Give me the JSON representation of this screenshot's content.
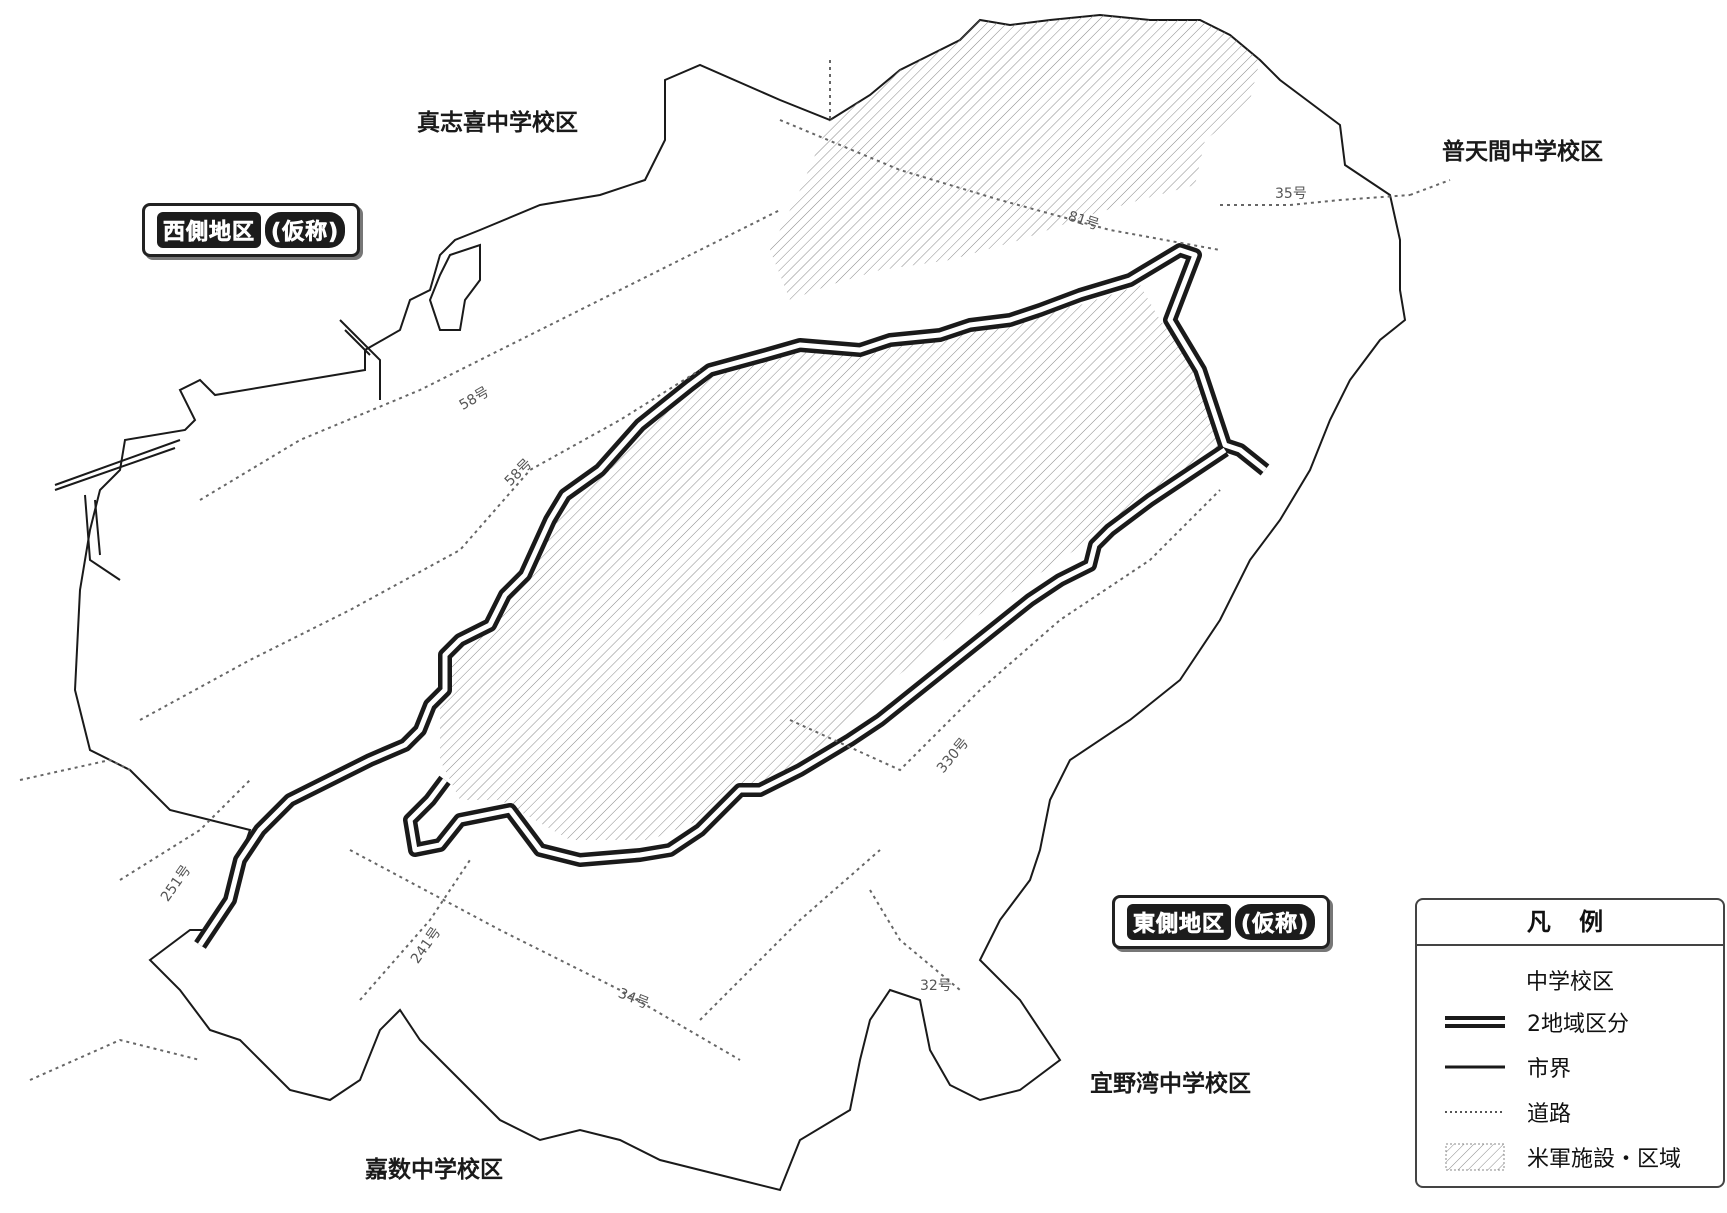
{
  "districts": {
    "west": {
      "name": "西側地区",
      "suffix": "(仮称)"
    },
    "east": {
      "name": "東側地区",
      "suffix": "(仮称)"
    }
  },
  "school_zones": {
    "mashiki": "真志喜中学校区",
    "futenma": "普天間中学校区",
    "ginowan": "宜野湾中学校区",
    "kakazu": "嘉数中学校区"
  },
  "roads": {
    "r58a": "58号",
    "r58b": "58号",
    "r81": "81号",
    "r35": "35号",
    "r330": "330号",
    "r251": "251号",
    "r241": "241号",
    "r34": "34号",
    "r32": "32号"
  },
  "legend": {
    "title": "凡 例",
    "subtitle": "中学校区",
    "items": [
      {
        "symbol": "double-line",
        "label": "2地域区分"
      },
      {
        "symbol": "solid-line",
        "label": "市界"
      },
      {
        "symbol": "dotted-line",
        "label": "道路"
      },
      {
        "symbol": "hatch",
        "label": "米軍施設・区域"
      }
    ]
  },
  "colors": {
    "line": "#1a1a1a",
    "hatch": "#8a8a8a",
    "road": "#666666"
  }
}
